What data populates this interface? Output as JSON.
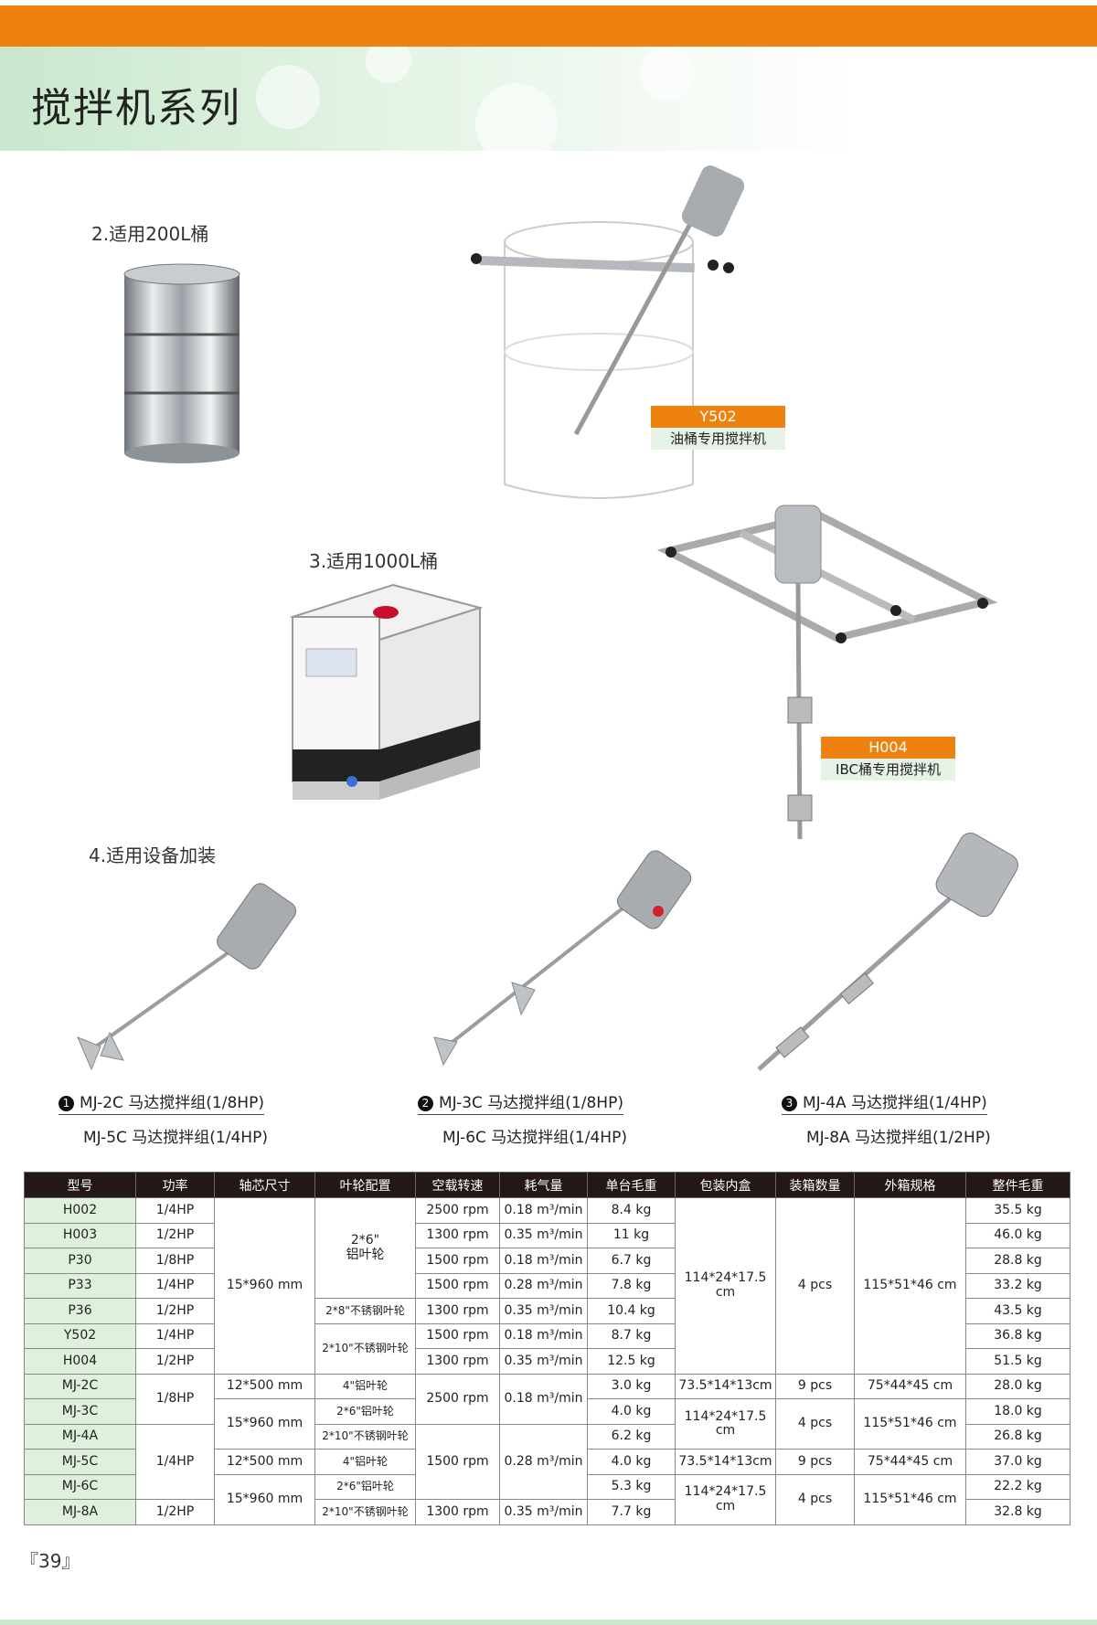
{
  "header": {
    "title": "搅拌机系列"
  },
  "sections": {
    "s2": "2.适用200L桶",
    "s3": "3.适用1000L桶",
    "s4": "4.适用设备加装"
  },
  "tags": {
    "y502": {
      "code": "Y502",
      "name": "油桶专用搅拌机"
    },
    "h004": {
      "code": "H004",
      "name": "IBC桶专用搅拌机"
    }
  },
  "captions": [
    {
      "badge": "1",
      "line1": "MJ-2C  马达搅拌组(1/8HP)",
      "line2": "MJ-5C  马达搅拌组(1/4HP)"
    },
    {
      "badge": "2",
      "line1": "MJ-3C  马达搅拌组(1/8HP)",
      "line2": "MJ-6C  马达搅拌组(1/4HP)"
    },
    {
      "badge": "3",
      "line1": "MJ-4A  马达搅拌组(1/4HP)",
      "line2": "MJ-8A  马达搅拌组(1/2HP)"
    }
  ],
  "table": {
    "headers": [
      "型号",
      "功率",
      "轴芯尺寸",
      "叶轮配置",
      "空载转速",
      "耗气量",
      "单台毛重",
      "包装内盒",
      "装箱数量",
      "外箱规格",
      "整件毛重"
    ],
    "models": [
      "H002",
      "H003",
      "P30",
      "P33",
      "P36",
      "Y502",
      "H004",
      "MJ-2C",
      "MJ-3C",
      "MJ-4A",
      "MJ-5C",
      "MJ-6C",
      "MJ-8A"
    ],
    "power": [
      "1/4HP",
      "1/2HP",
      "1/8HP",
      "1/4HP",
      "1/2HP",
      "1/4HP",
      "1/2HP",
      "1/8HP",
      "1/4HP",
      "1/2HP"
    ],
    "shaft": [
      "15*960 mm",
      "12*500 mm",
      "15*960 mm",
      "12*500 mm",
      "15*960 mm"
    ],
    "impeller": [
      "2*6\"\n铝叶轮",
      "2*8\"不锈钢叶轮",
      "2*10\"不锈钢叶轮",
      "4\"铝叶轮",
      "2*6\"铝叶轮",
      "2*10\"不锈钢叶轮",
      "4\"铝叶轮",
      "2*6\"铝叶轮",
      "2*10\"不锈钢叶轮"
    ],
    "speed": [
      "2500 rpm",
      "1300 rpm",
      "1500 rpm",
      "1500 rpm",
      "1300 rpm",
      "1500 rpm",
      "1300 rpm",
      "2500 rpm",
      "1500 rpm",
      "1300 rpm"
    ],
    "air": [
      "0.18 m³/min",
      "0.35 m³/min",
      "0.18 m³/min",
      "0.28 m³/min",
      "0.35 m³/min",
      "0.18 m³/min",
      "0.35 m³/min",
      "0.18 m³/min",
      "0.28 m³/min",
      "0.35 m³/min"
    ],
    "unit_weight": [
      "8.4 kg",
      "11 kg",
      "6.7 kg",
      "7.8 kg",
      "10.4 kg",
      "8.7 kg",
      "12.5 kg",
      "3.0 kg",
      "4.0 kg",
      "6.2 kg",
      "4.0 kg",
      "5.3 kg",
      "7.7 kg"
    ],
    "inner_box": [
      "114*24*17.5\ncm",
      "73.5*14*13cm",
      "114*24*17.5\ncm",
      "73.5*14*13cm",
      "114*24*17.5\ncm"
    ],
    "qty": [
      "4 pcs",
      "9 pcs",
      "4 pcs",
      "9 pcs",
      "4 pcs"
    ],
    "outer_box": [
      "115*51*46 cm",
      "75*44*45 cm",
      "115*51*46 cm",
      "75*44*45 cm",
      "115*51*46 cm"
    ],
    "gross_weight": [
      "35.5 kg",
      "46.0 kg",
      "28.8 kg",
      "33.2 kg",
      "43.5 kg",
      "36.8 kg",
      "51.5 kg",
      "28.0 kg",
      "18.0 kg",
      "26.8 kg",
      "37.0 kg",
      "22.2 kg",
      "32.8 kg"
    ]
  },
  "footer": {
    "page": "『39』"
  },
  "colors": {
    "accent": "#ee8211",
    "green_light": "#dff0dd",
    "header_dark": "#231815"
  }
}
